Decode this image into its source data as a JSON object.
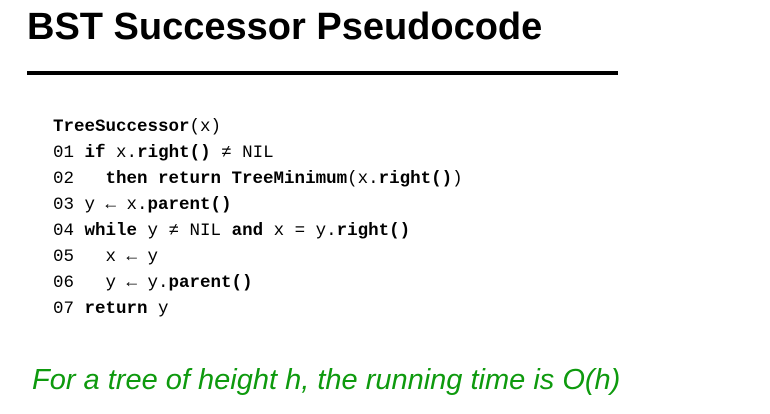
{
  "title": "BST Successor Pseudocode",
  "code": {
    "header": {
      "fn": "TreeSuccessor",
      "args": "(x)"
    },
    "lines": [
      {
        "num": "01",
        "indent": " ",
        "p1": "if",
        "p2": " x.",
        "p3": "right()",
        "p4": " ≠ NIL"
      },
      {
        "num": "02",
        "indent": "   ",
        "p1": "then return TreeMinimum",
        "p2": "(x.",
        "p3": "right()",
        "p4": ")"
      },
      {
        "num": "03",
        "indent": " ",
        "p1": "",
        "p2": "y ← x.",
        "p3": "parent()",
        "p4": ""
      },
      {
        "num": "04",
        "indent": " ",
        "p1": "while",
        "p2": " y ≠ NIL ",
        "p3": "and",
        "p4": " x = y.",
        "p5": "right()"
      },
      {
        "num": "05",
        "indent": "   ",
        "p1": "",
        "p2": "x ← y",
        "p3": "",
        "p4": ""
      },
      {
        "num": "06",
        "indent": "   ",
        "p1": "",
        "p2": "y ← y.",
        "p3": "parent()",
        "p4": ""
      },
      {
        "num": "07",
        "indent": " ",
        "p1": "return",
        "p2": " y",
        "p3": "",
        "p4": ""
      }
    ]
  },
  "footer": "For a tree of height h, the running time is O(h)",
  "colors": {
    "footer_text": "#0e9a0e",
    "text": "#000000",
    "background": "#ffffff"
  }
}
